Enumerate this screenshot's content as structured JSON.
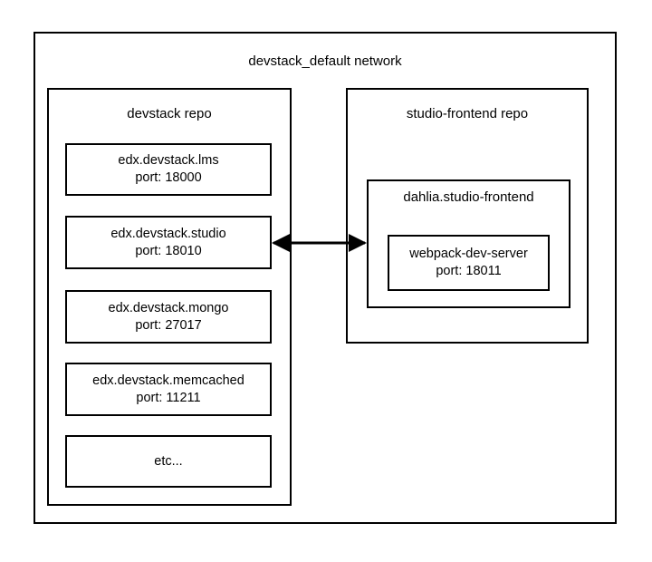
{
  "diagram": {
    "title": "devstack_default network",
    "groups": [
      {
        "id": "devstack-repo",
        "label": "devstack repo",
        "services": [
          {
            "name": "edx.devstack.lms",
            "port": "port: 18000"
          },
          {
            "name": "edx.devstack.studio",
            "port": "port: 18010"
          },
          {
            "name": "edx.devstack.mongo",
            "port": "port: 27017"
          },
          {
            "name": "edx.devstack.memcached",
            "port": "port: 11211"
          },
          {
            "name": "etc...",
            "port": ""
          }
        ]
      },
      {
        "id": "studio-frontend-repo",
        "label": "studio-frontend repo",
        "container": {
          "label": "dahlia.studio-frontend",
          "service": {
            "name": "webpack-dev-server",
            "port": "port: 18011"
          }
        }
      }
    ],
    "connector": {
      "name": "bidirectional-link",
      "from": "edx.devstack.studio",
      "to": "dahlia.studio-frontend",
      "style": "double-headed-arrow"
    },
    "colors": {
      "stroke": "#000000",
      "fill": "#ffffff",
      "text": "#000000"
    }
  }
}
